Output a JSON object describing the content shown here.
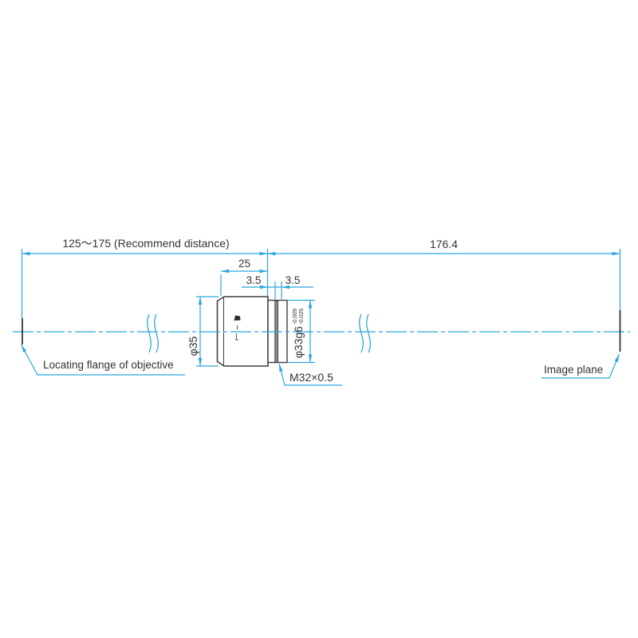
{
  "colors": {
    "dimension_line": "#2aa7de",
    "outline": "#3f3f3f",
    "text": "#333333",
    "background": "#ffffff"
  },
  "dimensions": {
    "recommend_distance": "125〜175 (Recommend distance)",
    "flange_to_image": "176.4",
    "body_length": "25",
    "segment_front": "3.5",
    "segment_rear": "3.5",
    "body_diameter": "φ35",
    "spigot_diameter": "φ33g6",
    "spigot_tolerance_upper": "-0.009",
    "spigot_tolerance_lower": "-0.025",
    "thread_spec": "M32×0.5"
  },
  "labels": {
    "objective_flange": "Locating flange of objective",
    "image_plane": "Image plane"
  }
}
